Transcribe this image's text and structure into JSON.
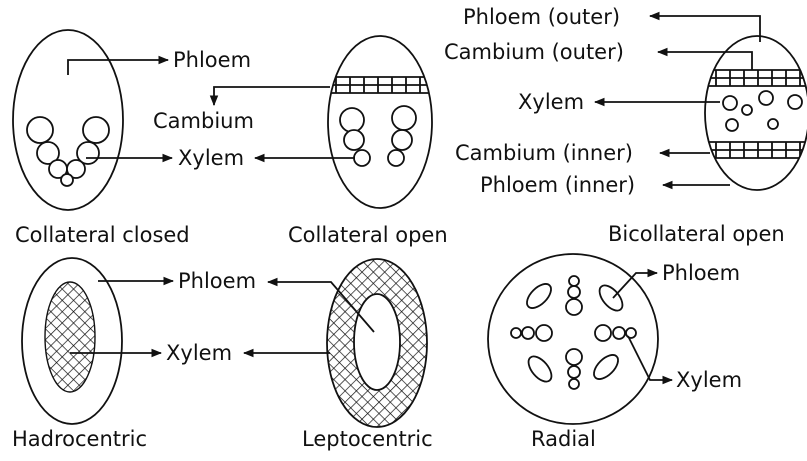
{
  "figure": {
    "collateral_closed": {
      "caption": "Collateral closed",
      "phloem": "Phloem",
      "xylem": "Xylem"
    },
    "collateral_open": {
      "caption": "Collateral open",
      "cambium": "Cambium"
    },
    "bicollateral_open": {
      "caption": "Bicollateral open",
      "phloem_outer": "Phloem (outer)",
      "cambium_outer": "Cambium (outer)",
      "xylem": "Xylem",
      "cambium_inner": "Cambium (inner)",
      "phloem_inner": "Phloem (inner)"
    },
    "hadrocentric": {
      "caption": "Hadrocentric",
      "phloem": "Phloem",
      "xylem": "Xylem"
    },
    "leptocentric": {
      "caption": "Leptocentric"
    },
    "radial": {
      "caption": "Radial",
      "phloem": "Phloem",
      "xylem": "Xylem"
    }
  }
}
